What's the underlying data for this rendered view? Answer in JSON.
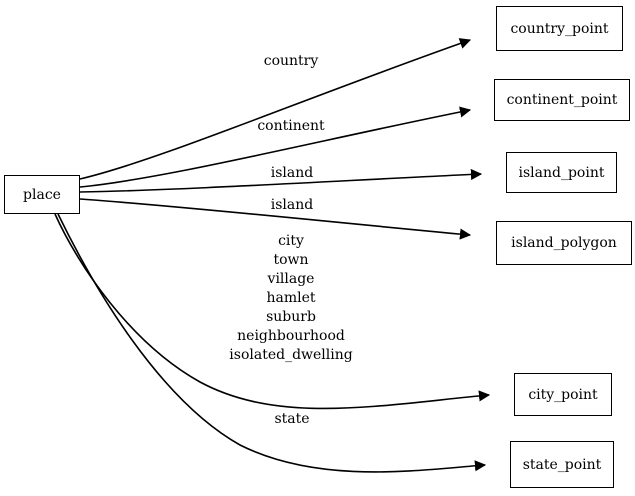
{
  "diagram": {
    "type": "directed-graph",
    "background_color": "#ffffff",
    "line_color": "#000000",
    "text_color": "#000000",
    "source_node": {
      "id": "place",
      "label": "place"
    },
    "target_nodes": [
      {
        "id": "country_point",
        "label": "country_point"
      },
      {
        "id": "continent_point",
        "label": "continent_point"
      },
      {
        "id": "island_point",
        "label": "island_point"
      },
      {
        "id": "island_polygon",
        "label": "island_polygon"
      },
      {
        "id": "city_point",
        "label": "city_point"
      },
      {
        "id": "state_point",
        "label": "state_point"
      }
    ],
    "edges": [
      {
        "from": "place",
        "to": "country_point",
        "label": "country"
      },
      {
        "from": "place",
        "to": "continent_point",
        "label": "continent"
      },
      {
        "from": "place",
        "to": "island_point",
        "label": "island"
      },
      {
        "from": "place",
        "to": "island_polygon",
        "label": "island"
      },
      {
        "from": "place",
        "to": "city_point",
        "label": "city\ntown\nvillage\nhamlet\nsuburb\nneighbourhood\nisolated_dwelling"
      },
      {
        "from": "place",
        "to": "state_point",
        "label": "state"
      }
    ],
    "edge_labels": {
      "country": "country",
      "continent": "continent",
      "island_a": "island",
      "island_b": "island",
      "city_group": "city\ntown\nvillage\nhamlet\nsuburb\nneighbourhood\nisolated_dwelling",
      "state": "state"
    }
  }
}
